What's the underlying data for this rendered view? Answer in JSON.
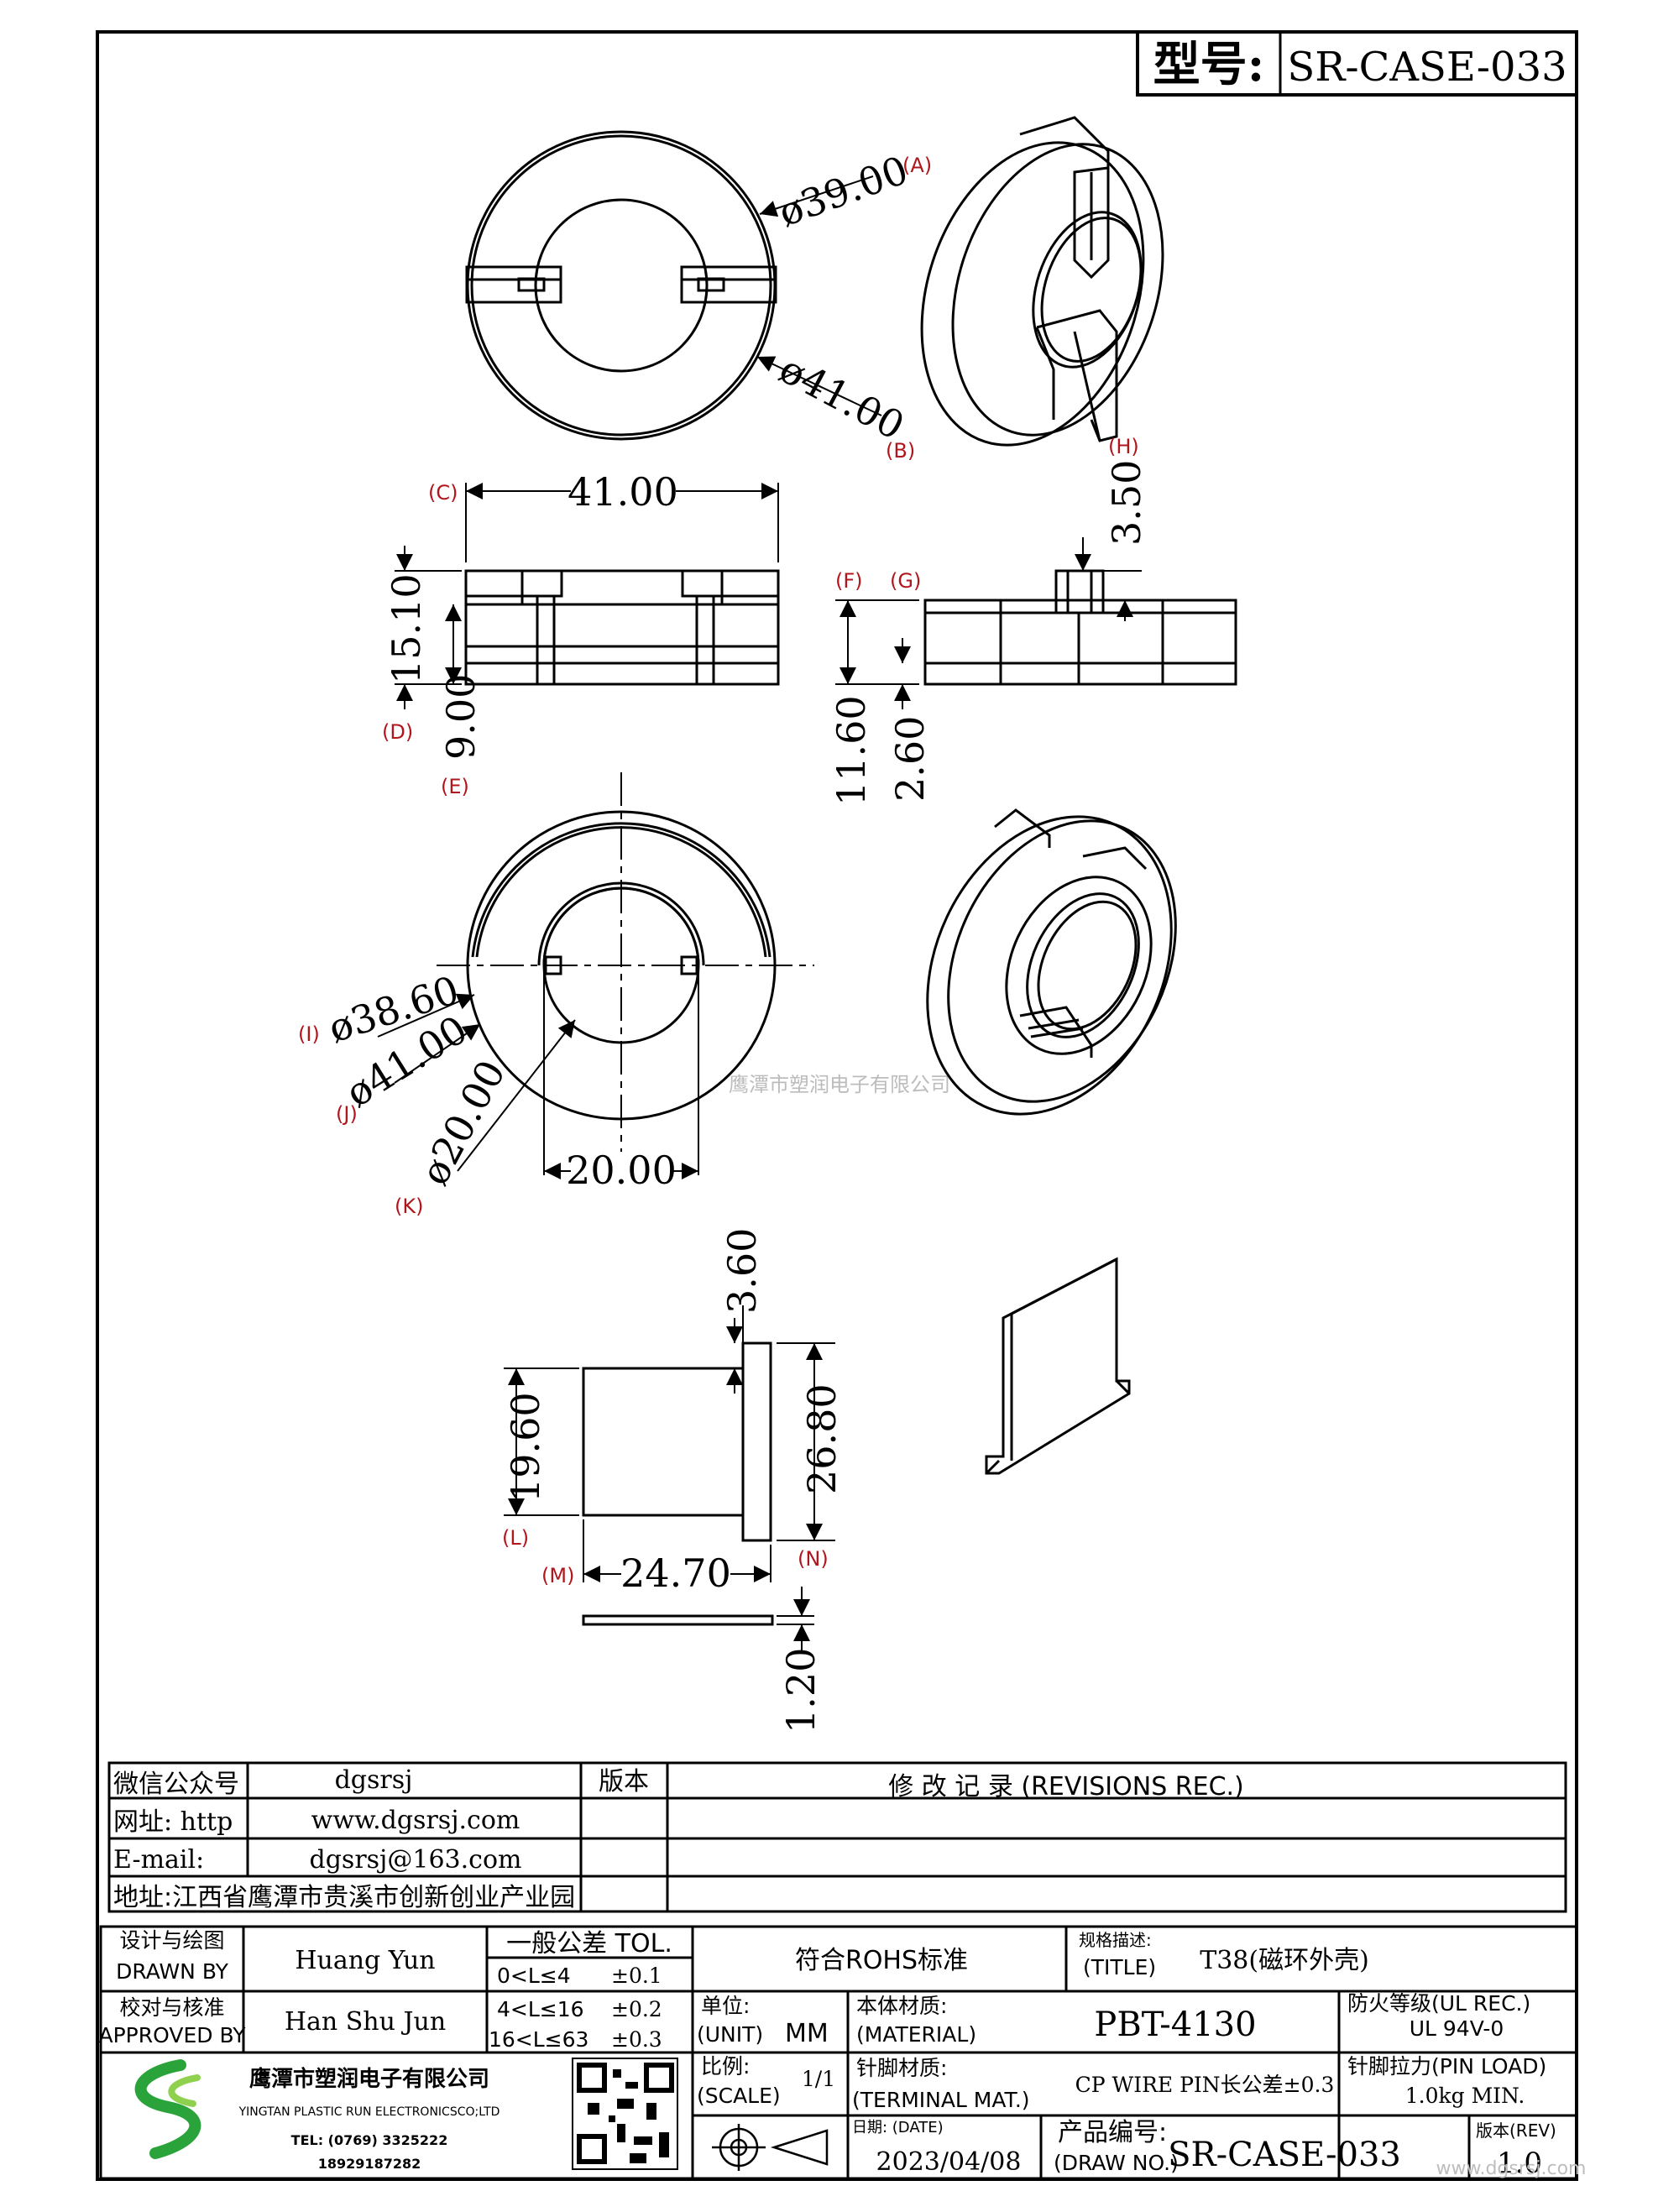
{
  "header": {
    "model_label": "型号:",
    "model_value": "SR-CASE-033"
  },
  "dimensions": {
    "d39": "ø39.00",
    "d41_top": "ø41.00",
    "w41": "41.00",
    "h15": "15.10",
    "h9": "9.00",
    "h350": "3.50",
    "h1160": "11.60",
    "h260": "2.60",
    "d3860": "ø38.60",
    "d41_mid": "ø41.00",
    "d20": "ø20.00",
    "w20": "20.00",
    "h360": "3.60",
    "h1960": "19.60",
    "h2680": "26.80",
    "w2470": "24.70",
    "t120": "1.20"
  },
  "markers": [
    "(A)",
    "(B)",
    "(C)",
    "(D)",
    "(E)",
    "(F)",
    "(G)",
    "(H)",
    "(I)",
    "(J)",
    "(K)",
    "(L)",
    "(M)",
    "(N)"
  ],
  "watermark": "鹰潭市塑润电子有限公司",
  "info": {
    "wechat_label": "微信公众号",
    "wechat_value": "dgsrsj",
    "web_label": "网址: http",
    "web_value": "www.dgsrsj.com",
    "email_label": "E-mail:",
    "email_value": "dgsrsj@163.com",
    "address": "地址:江西省鹰潭市贵溪市创新创业产业园",
    "version_label": "版本",
    "revisions": "修 改 记 录  (REVISIONS REC.)"
  },
  "titleblock": {
    "drawn_cn": "设计与绘图",
    "drawn_en": "DRAWN BY",
    "drawn_name": "Huang  Yun",
    "approved_cn": "校对与核准",
    "approved_en": "APPROVED BY",
    "approved_name": "Han Shu Jun",
    "tol_title": "一般公差  TOL.",
    "tol1_range": "0<L≤4",
    "tol1_val": "±0.1",
    "tol2_range": "4<L≤16",
    "tol2_val": "±0.2",
    "tol3_range": "16<L≤63",
    "tol3_val": "±0.3",
    "rohs": "符合ROHS标准",
    "spec_label": "规格描述:",
    "title_en": "(TITLE)",
    "title_value": "T38(磁环外壳)",
    "unit_label": "单位:",
    "unit_en": "(UNIT)",
    "unit_value": "MM",
    "material_label": "本体材质:",
    "material_en": "(MATERIAL)",
    "material_value": "PBT-4130",
    "fire_label": "防火等级(UL REC.)",
    "fire_value": "UL 94V-0",
    "company_cn": "鹰潭市塑润电子有限公司",
    "company_en": "YINGTAN PLASTIC RUN ELECTRONICSCO;LTD",
    "tel": "TEL: (0769) 3325222",
    "mobile": "18929187282",
    "scale_label": "比例:",
    "scale_en": "(SCALE)",
    "scale_value": "1/1",
    "terminal_label": "针脚材质:",
    "terminal_en": "(TERMINAL MAT.)",
    "terminal_value": "CP WIRE  PIN长公差±0.3",
    "pinload_label": "针脚拉力(PIN LOAD)",
    "pinload_value": "1.0kg MIN.",
    "date_label": "日期: (DATE)",
    "date_value": "2023/04/08",
    "drawno_label": "产品编号:",
    "drawno_en": "(DRAW NO.)",
    "drawno_value": "SR-CASE-033",
    "rev_label": "版本(REV)",
    "rev_value": "1.0",
    "footer_site": "www.dgsrsj.com"
  },
  "colors": {
    "line": "#000000",
    "marker": "#b0161c",
    "logo": "#2aa43a"
  }
}
